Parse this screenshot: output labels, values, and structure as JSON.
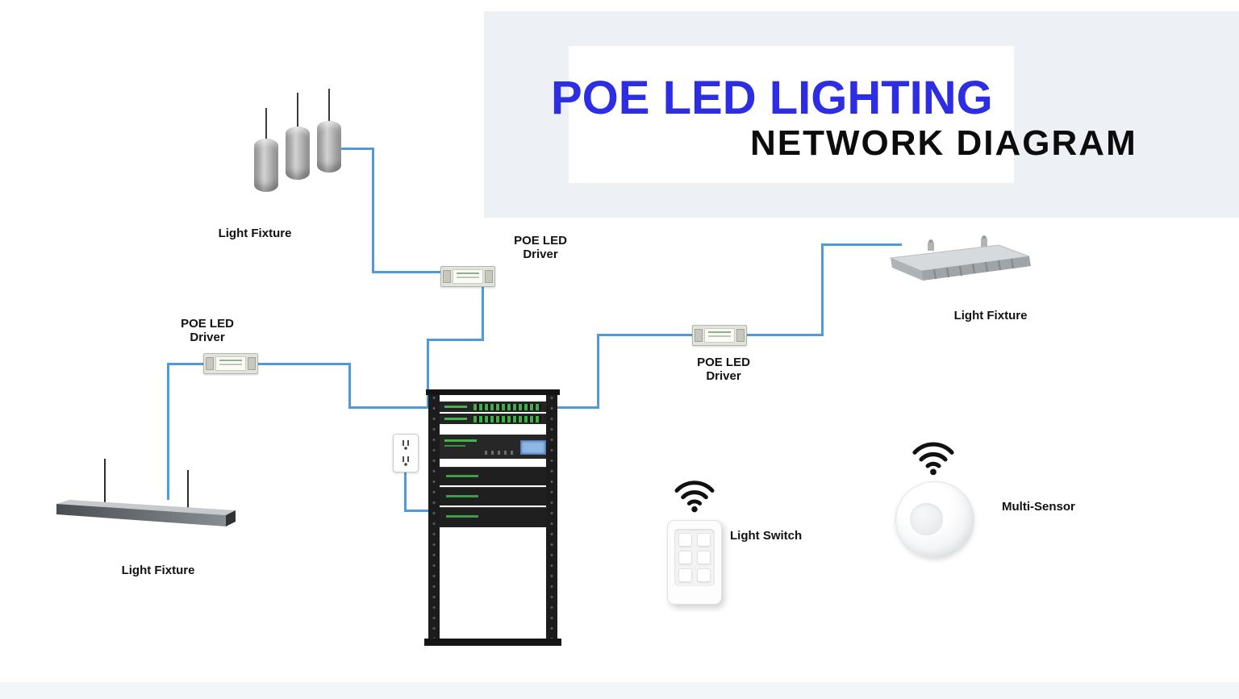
{
  "title": {
    "line1": "POE LED LIGHTING",
    "line2": "NETWORK DIAGRAM"
  },
  "colors": {
    "title_primary": "#2d2de4",
    "title_secondary": "#0c0c0c",
    "connection_line": "#4d9add",
    "banner_bg": "#edf1f6",
    "label_text": "#111111"
  },
  "nodes": {
    "pendant_fixture": {
      "label": "Light Fixture"
    },
    "poe_driver_top": {
      "label": [
        "POE LED",
        "Driver"
      ]
    },
    "poe_driver_left": {
      "label": [
        "POE LED",
        "Driver"
      ]
    },
    "poe_driver_right": {
      "label": [
        "POE LED",
        "Driver"
      ]
    },
    "linear_fixture": {
      "label": "Light Fixture"
    },
    "highbay_fixture": {
      "label": "Light Fixture"
    },
    "light_switch": {
      "label": "Light Switch"
    },
    "multi_sensor": {
      "label": "Multi-Sensor"
    }
  },
  "icons": {
    "wifi": "wifi-icon"
  }
}
